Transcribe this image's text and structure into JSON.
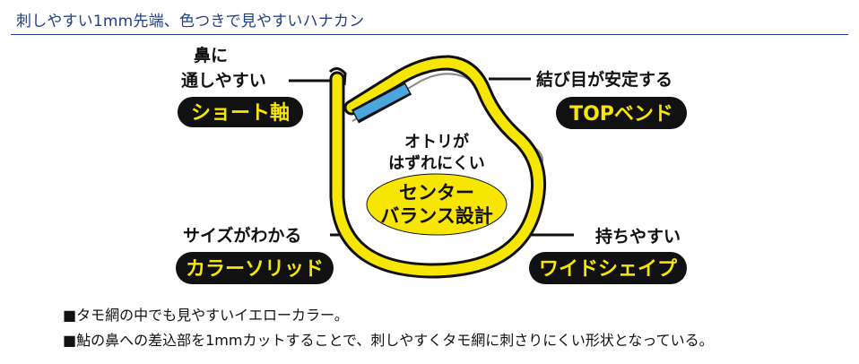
{
  "header": {
    "title": "刺しやすい1mm先端、色つきで見やすいハナカン"
  },
  "diagram": {
    "left_top": {
      "caption_line1": "鼻に",
      "caption_line2": "通しやすい",
      "pill": "ショート軸"
    },
    "left_bottom": {
      "caption": "サイズがわかる",
      "pill": "カラーソリッド"
    },
    "right_top": {
      "caption": "結び目が安定する",
      "pill": "TOPベンド"
    },
    "right_bottom": {
      "caption": "持ちやすい",
      "pill": "ワイドシェイプ"
    },
    "center": {
      "line1": "オトリが",
      "line2": "はずれにくい",
      "badge_line1": "センター",
      "badge_line2": "バランス設計"
    },
    "colors": {
      "accent_yellow": "#f6e600",
      "pill_black": "#111111",
      "wire_blue": "#4aa6dc",
      "heading_blue": "#1f3f8c"
    }
  },
  "notes": [
    "■タモ網の中でも見やすいイエローカラー。",
    "■鮎の鼻への差込部を1mmカットすることで、刺しやすくタモ網に刺さりにくい形状となっている。"
  ]
}
